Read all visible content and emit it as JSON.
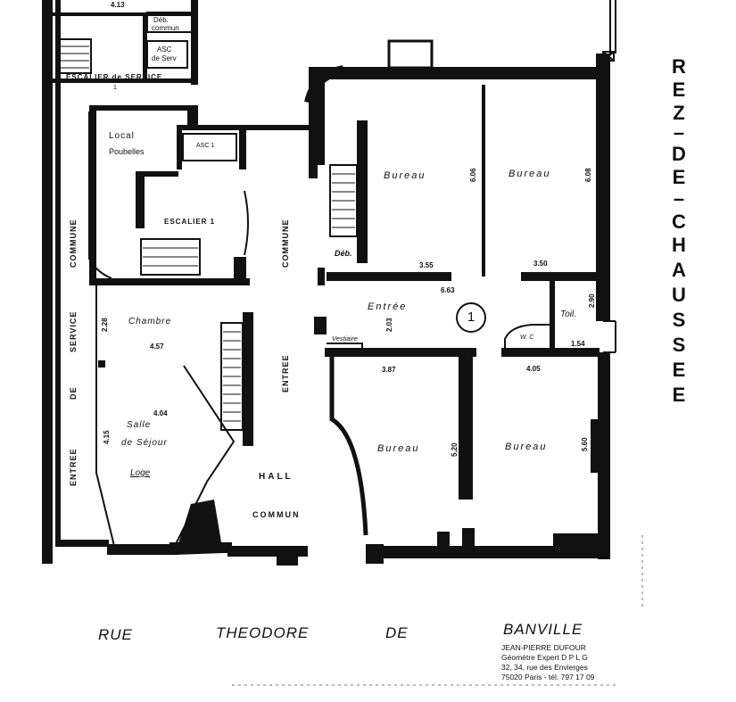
{
  "title_letters": [
    "R",
    "E",
    "Z",
    "–",
    "D",
    "E",
    "–",
    "C",
    "H",
    "A",
    "U",
    "S",
    "S",
    "E",
    "E"
  ],
  "top": {
    "dim_413": "4.13",
    "deb_line1": "Déb.",
    "deb_line2": "commun",
    "asc_line1": "ASC",
    "asc_line2": "de Serv",
    "escalier_service": "ESCALIER de SERVICE",
    "escalier_service_num": "1"
  },
  "left_strip": {
    "commune": "COMMUNE",
    "service": "SERVICE",
    "de": "DE",
    "entree": "ENTREE"
  },
  "rooms": {
    "local": "Local",
    "poubelles": "Poubelles",
    "asc1": "ASC 1",
    "escalier1": "ESCALIER 1",
    "chambre": "Chambre",
    "salle": "Salle",
    "de_sejour": "de Séjour",
    "loge": "Loge",
    "entree_commune_1": "ENTREE",
    "entree_commune_2": "COMMUNE",
    "hall": "HALL",
    "commun": "COMMUN",
    "bureau_tl": "Bureau",
    "bureau_tr": "Bureau",
    "bureau_bl": "Bureau",
    "bureau_br": "Bureau",
    "deb": "Déb.",
    "entree": "Entrée",
    "toil": "Toil.",
    "wc": "W. C",
    "vestiaire": "Vestiaire",
    "unit_number": "1"
  },
  "dims": {
    "d_606": "6.06",
    "d_608": "6.08",
    "d_355": "3.55",
    "d_350": "3.50",
    "d_663": "6.63",
    "d_290": "2.90",
    "d_203": "2.03",
    "d_154": "1.54",
    "d_387": "3.87",
    "d_405": "4.05",
    "d_520": "5.20",
    "d_560": "5.60",
    "d_228": "2.28",
    "d_457": "4.57",
    "d_404": "4.04",
    "d_415": "4.15"
  },
  "street": {
    "w1": "RUE",
    "w2": "THEODORE",
    "w3": "DE",
    "w4": "BANVILLE"
  },
  "stamp": {
    "line1": "JEAN-PIERRE DUFOUR",
    "line2": "Géomètre Expert D P L G",
    "line3": "32, 34, rue des Envierges",
    "line4": "75020 Paris - tél. 797 17 09"
  },
  "colors": {
    "ink": "#111111",
    "paper": "#ffffff"
  }
}
